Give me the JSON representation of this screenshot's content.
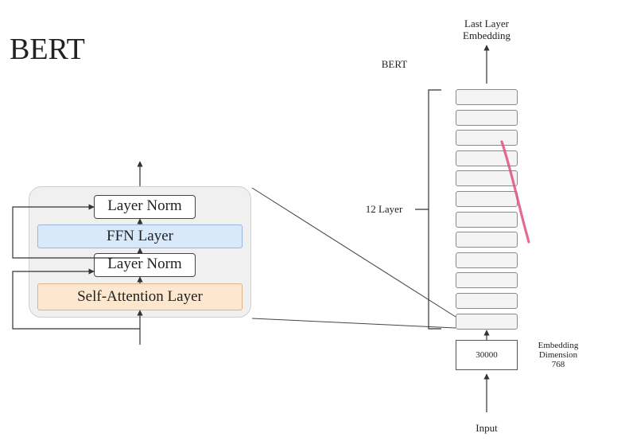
{
  "title": "BERT",
  "block": {
    "layer_norm_top": "Layer Norm",
    "ffn": "FFN Layer",
    "layer_norm_bottom": "Layer Norm",
    "self_attention": "Self-Attention Layer"
  },
  "stack": {
    "label": "BERT",
    "layer_count_label": "12 Layer",
    "output_label": "Last Layer\nEmbedding",
    "embedding_value": "30000",
    "embedding_dim_label": "Embedding\nDimension\n768",
    "input_label": "Input",
    "layer_count": 12
  },
  "colors": {
    "ffn_fill": "#dae8fc",
    "self_attention_fill": "#fde8cf",
    "block_fill": "#f0f0f0",
    "pen_mark": "#e0507a"
  }
}
